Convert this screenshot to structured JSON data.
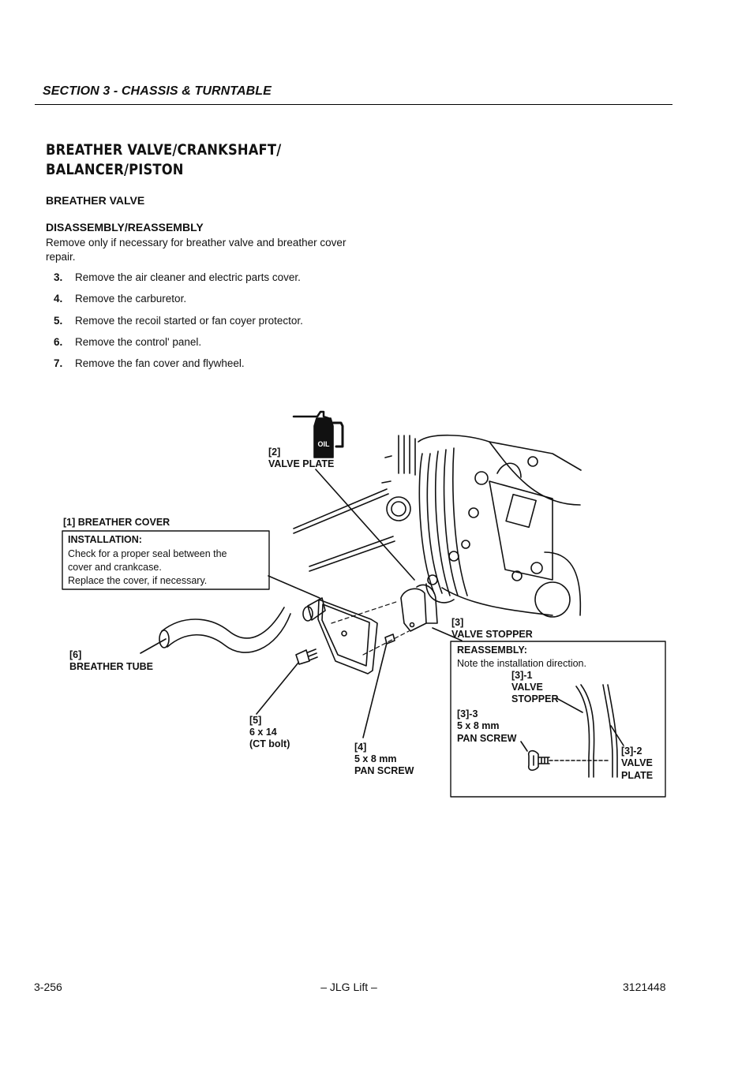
{
  "header": {
    "section": "SECTION 3 - CHASSIS & TURNTABLE"
  },
  "title": {
    "line1": "BREATHER VALVE/CRANKSHAFT/",
    "line2": "BALANCER/PISTON"
  },
  "subheading": "BREATHER VALVE",
  "procedure": {
    "heading": "DISASSEMBLY/REASSEMBLY",
    "intro": "Remove only if necessary for breather valve and breather cover repair.",
    "steps": [
      {
        "num": "3.",
        "text": "Remove the air cleaner and electric parts cover."
      },
      {
        "num": "4.",
        "text": "Remove the carburetor."
      },
      {
        "num": "5.",
        "text": "Remove the recoil started or fan coyer protector."
      },
      {
        "num": "6.",
        "text": "Remove the control' panel."
      },
      {
        "num": "7.",
        "text": "Remove the fan cover and flywheel."
      }
    ]
  },
  "diagram": {
    "oil_label": "OIL",
    "valve_plate": {
      "ref": "[2]",
      "name": "VALVE PLATE"
    },
    "breather_cover": {
      "ref": "[1] BREATHER COVER",
      "note_title": "INSTALLATION:",
      "note_lines": [
        "Check for a proper seal between the",
        "cover and crankcase.",
        "Replace the cover, if necessary."
      ]
    },
    "valve_stopper": {
      "ref": "[3]",
      "name": "VALVE STOPPER"
    },
    "breather_tube": {
      "ref": "[6]",
      "name": "BREATHER TUBE"
    },
    "ct_bolt": {
      "ref": "[5]",
      "size": "6 x 14",
      "name": "(CT bolt)"
    },
    "pan_screw": {
      "ref": "[4]",
      "size": "5 x 8 mm",
      "name": "PAN SCREW"
    },
    "reassembly": {
      "title": "REASSEMBLY:",
      "note": "Note the installation direction.",
      "stopper": {
        "ref": "[3]-1",
        "line1": "VALVE",
        "line2": "STOPPER"
      },
      "screw": {
        "ref": "[3]-3",
        "size": "5 x 8 mm",
        "name": "PAN SCREW"
      },
      "plate": {
        "ref": "[3]-2",
        "line1": "VALVE",
        "line2": "PLATE"
      }
    }
  },
  "footer": {
    "page": "3-256",
    "center": "– JLG Lift –",
    "doc": "3121448"
  }
}
